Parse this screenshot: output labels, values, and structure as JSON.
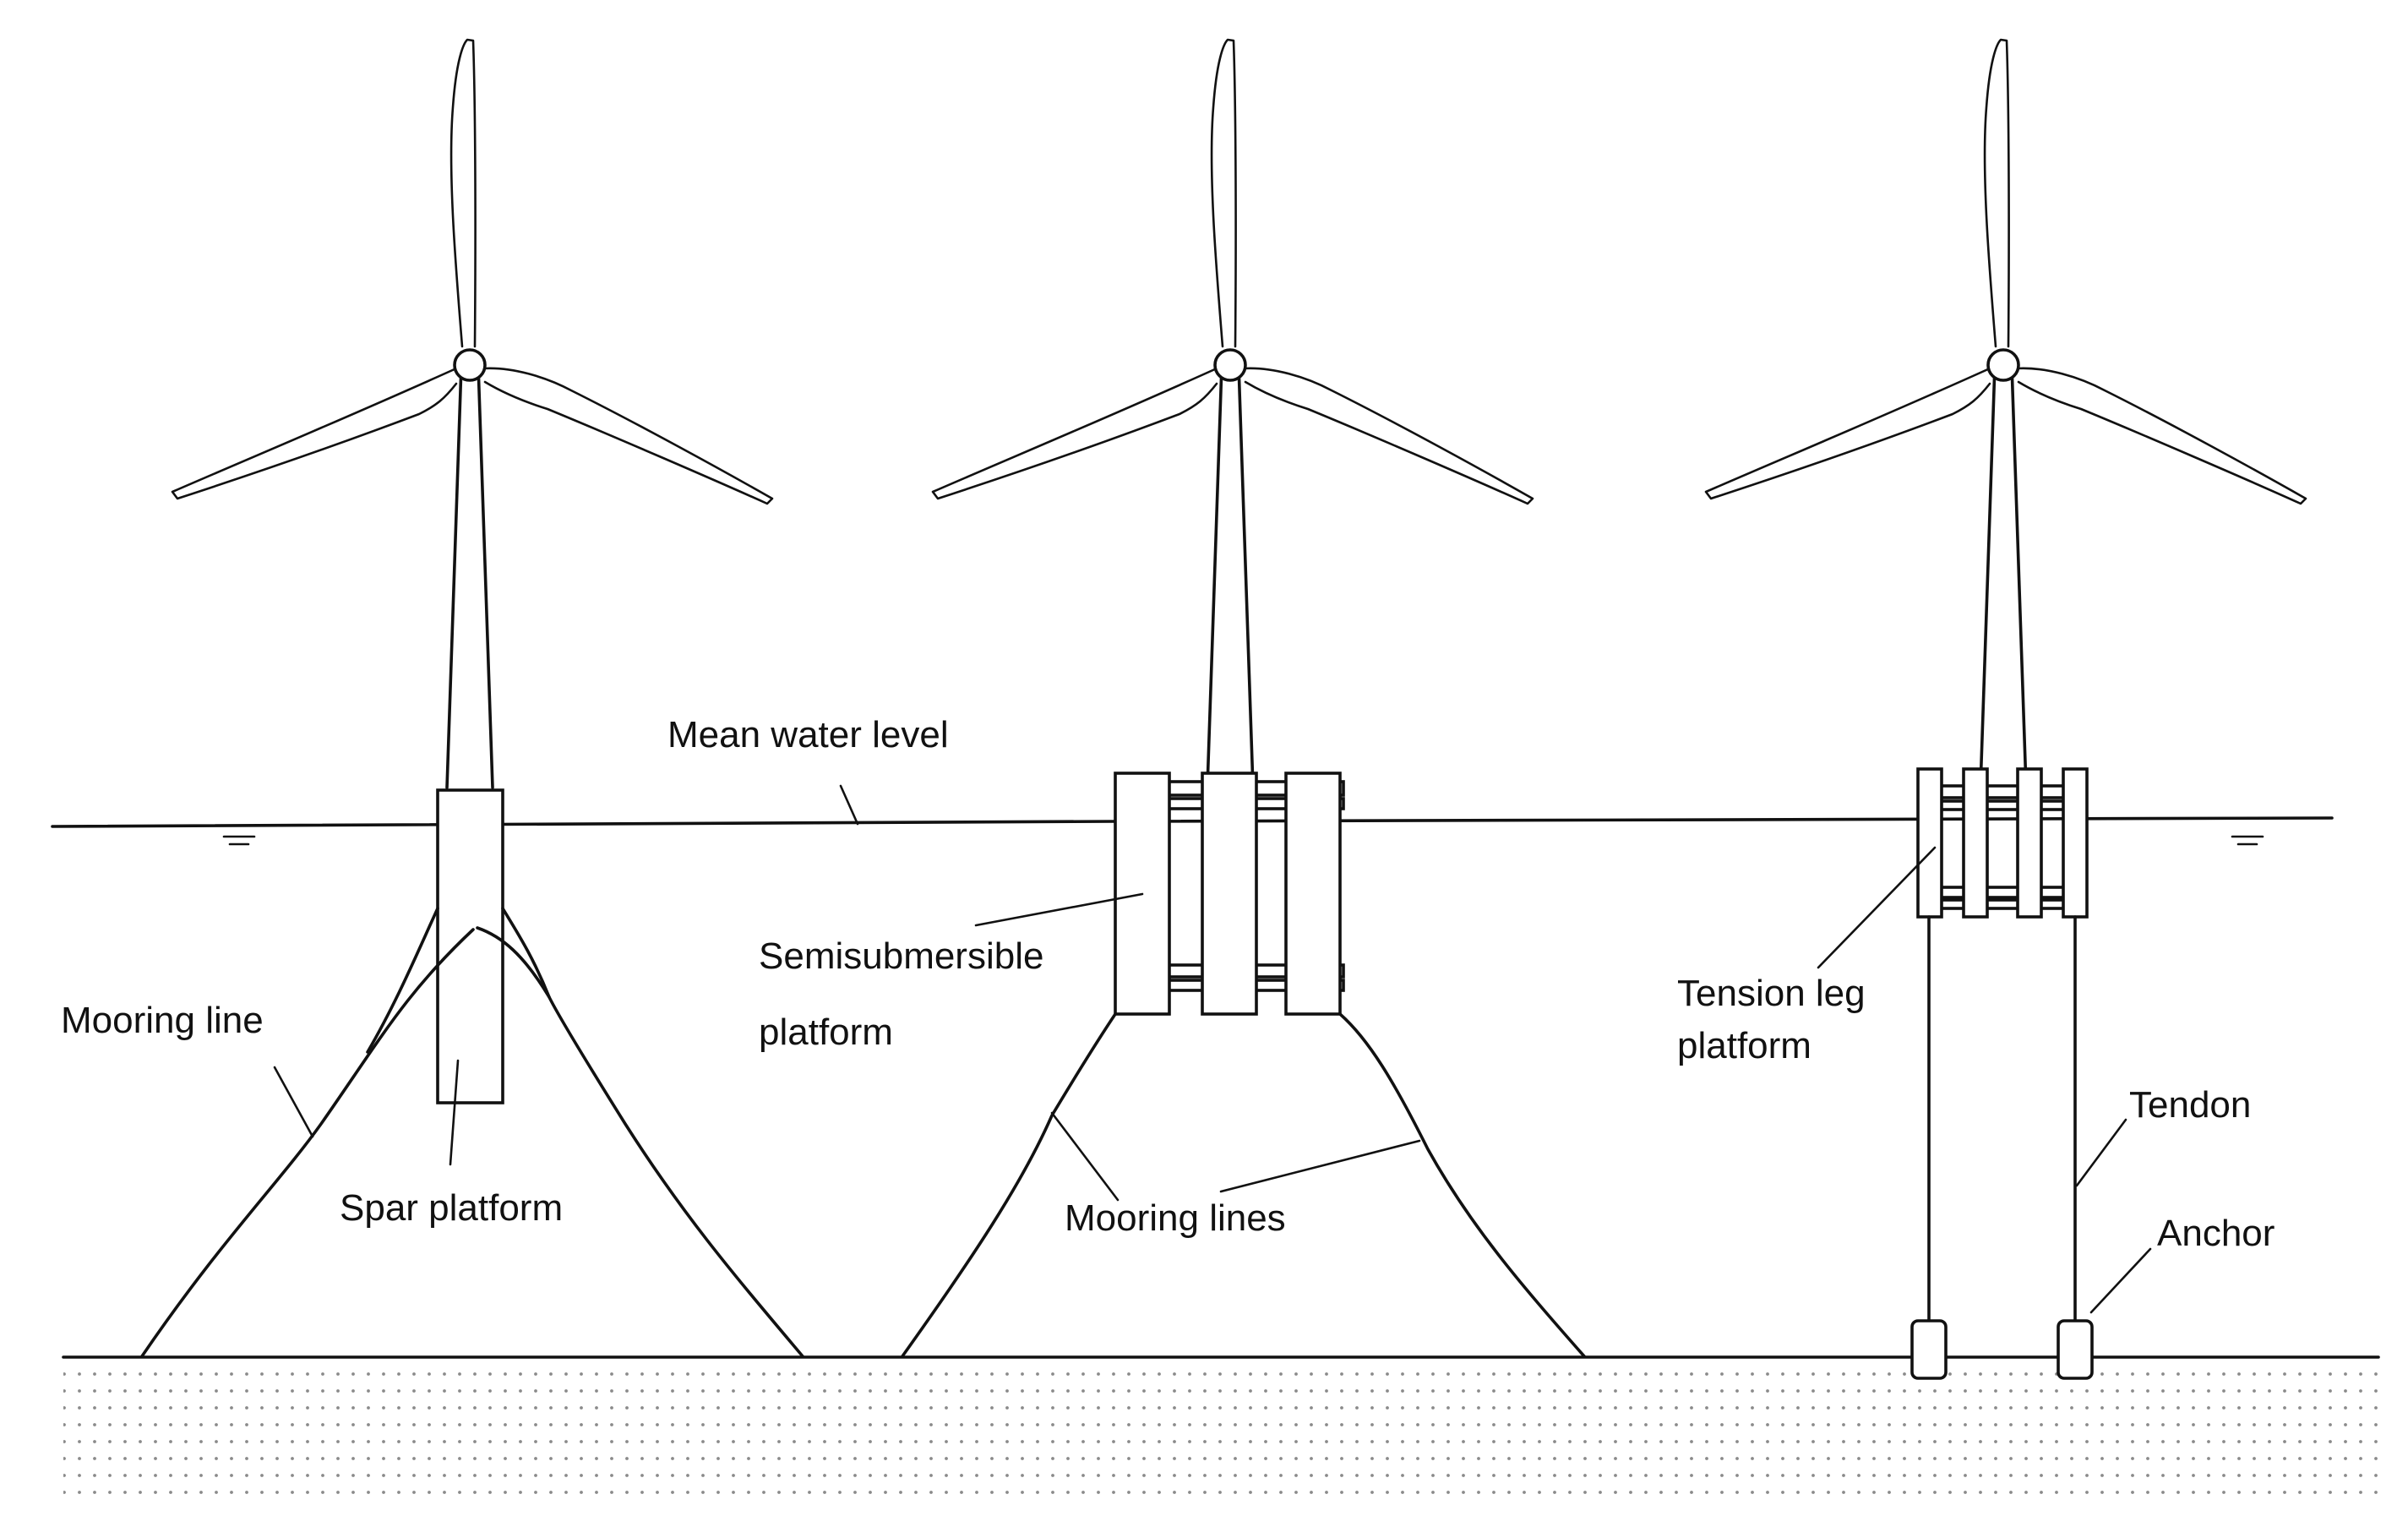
{
  "labels": {
    "mean_water_level": "Mean water level",
    "semisubmersible_line1": "Semisubmersible",
    "semisubmersible_line2": "platform",
    "tension_leg_line1": "Tension leg",
    "tension_leg_line2": "platform",
    "mooring_line": "Mooring line",
    "spar_platform": "Spar platform",
    "mooring_lines": "Mooring lines",
    "tendon": "Tendon",
    "anchor": "Anchor"
  },
  "colors": {
    "line": "#111111",
    "background": "#ffffff",
    "seabed_dots": "#8a8a8a"
  },
  "icons": {
    "water_level": "water-level-symbol-icon",
    "turbine_rotor": "three-blade-rotor-icon"
  }
}
